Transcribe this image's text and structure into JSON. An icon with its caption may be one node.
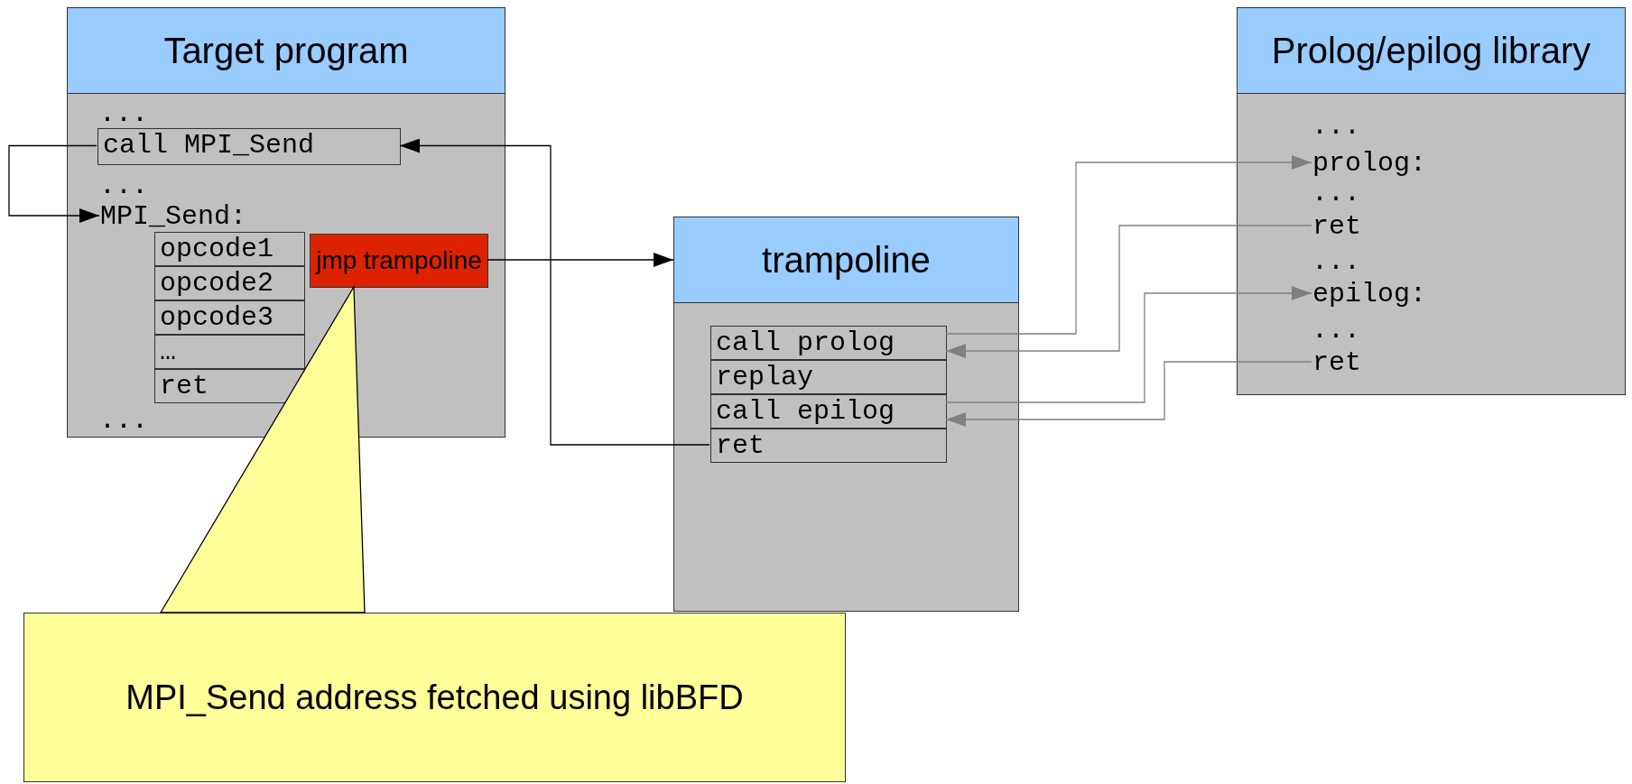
{
  "diagram": {
    "nodes": [
      {
        "text": [
          "Target program"
        ]
      },
      {
        "text": [
          "call MPI_Send"
        ],
        "in": 0
      },
      {
        "text": [
          "MPI_Send:"
        ],
        "in": 0
      },
      {
        "text": [
          "opcode1"
        ],
        "in": 0
      },
      {
        "text": [
          "opcode2"
        ],
        "in": 0
      },
      {
        "text": [
          "opcode3"
        ],
        "in": 0
      },
      {
        "text": [
          "…"
        ],
        "in": 0
      },
      {
        "text": [
          "ret"
        ],
        "in": 0
      },
      {
        "text": [
          "jmp trampoline"
        ],
        "in": 0
      },
      {
        "text": [
          "trampoline"
        ]
      },
      {
        "text": [
          "call prolog"
        ],
        "in": 9
      },
      {
        "text": [
          "replay"
        ],
        "in": 9
      },
      {
        "text": [
          "call epilog"
        ],
        "in": 9
      },
      {
        "text": [
          "ret"
        ],
        "in": 9
      },
      {
        "text": [
          "Prolog/epilog library"
        ]
      },
      {
        "text": [
          "prolog:"
        ],
        "in": 14
      },
      {
        "text": [
          "ret"
        ],
        "in": 14
      },
      {
        "text": [
          "epilog:"
        ],
        "in": 14
      },
      {
        "text": [
          "ret"
        ],
        "in": 14
      },
      {
        "text": [
          "MPI_Send address fetched using libBFD"
        ]
      }
    ],
    "edges": [
      {
        "from": 1,
        "to": 2,
        "arrow": "to",
        "color": "#000000"
      },
      {
        "from": 8,
        "to": 9,
        "arrow": "to",
        "color": "#000000"
      },
      {
        "from": 13,
        "to": 1,
        "arrow": "to",
        "color": "#000000"
      },
      {
        "from": 10,
        "to": 15,
        "arrow": "to",
        "color": "#808080"
      },
      {
        "from": 16,
        "to": 10,
        "arrow": "to",
        "color": "#808080"
      },
      {
        "from": 12,
        "to": 17,
        "arrow": "to",
        "color": "#808080"
      },
      {
        "from": 18,
        "to": 12,
        "arrow": "to",
        "color": "#808080"
      },
      {
        "from": 19,
        "to": 8,
        "arrow": "to",
        "color": "#000000"
      }
    ],
    "labels": [
      "...",
      "...",
      "...",
      "...",
      "...",
      "...",
      "..."
    ]
  }
}
